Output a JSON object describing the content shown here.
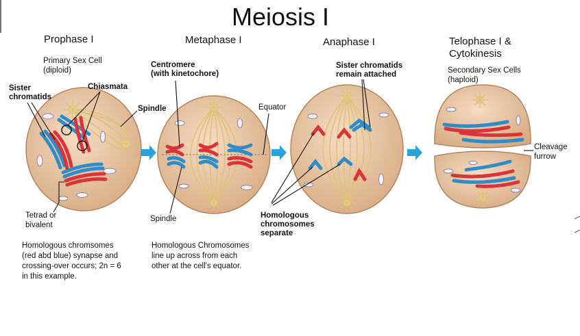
{
  "title": "Meiosis I",
  "stages": {
    "prophase": "Prophase I",
    "metaphase": "Metaphase I",
    "anaphase": "Anaphase I",
    "telophase_line1": "Telophase I &",
    "telophase_line2": "Cytokinesis"
  },
  "labels": {
    "primary_line1": "Primary Sex Cell",
    "primary_line2": "(diploid)",
    "sister_line1": "Sister",
    "sister_line2": "chromatids",
    "chiasmata": "Chiasmata",
    "spindle_top": "Spindle",
    "tetrad_line1": "Tetrad or",
    "tetrad_line2": "bivalent",
    "centromere_line1": "Centromere",
    "centromere_line2": "(with kinetochore)",
    "equator": "Equator",
    "spindle_bottom": "Spindle",
    "remain_line1": "Sister chromatids",
    "remain_line2": "remain attached",
    "homologous_line1": "Homologous",
    "homologous_line2": "chromosomes",
    "homologous_line3": "separate",
    "secondary_line1": "Secondary Sex Cells",
    "secondary_line2": "(haploid)",
    "cleavage_line1": "Cleavage",
    "cleavage_line2": "furrow"
  },
  "descriptions": {
    "prophase_1": "Homologous chromsomes",
    "prophase_2": "(red abd blue) synapse and",
    "prophase_3": "crossing-over occurs; 2n = 6",
    "prophase_4": "in this example.",
    "metaphase_1": "Homologous Chromosomes",
    "metaphase_2": "line up across from each",
    "metaphase_3": "other at the cell's equator."
  },
  "colors": {
    "cell_fill": "#e8c3a0",
    "cell_stroke": "#b08660",
    "spindle": "#e0c27a",
    "red_chromosome": "#d8343a",
    "blue_chromosome": "#2f8cc8",
    "arrow": "#29a3dc"
  }
}
